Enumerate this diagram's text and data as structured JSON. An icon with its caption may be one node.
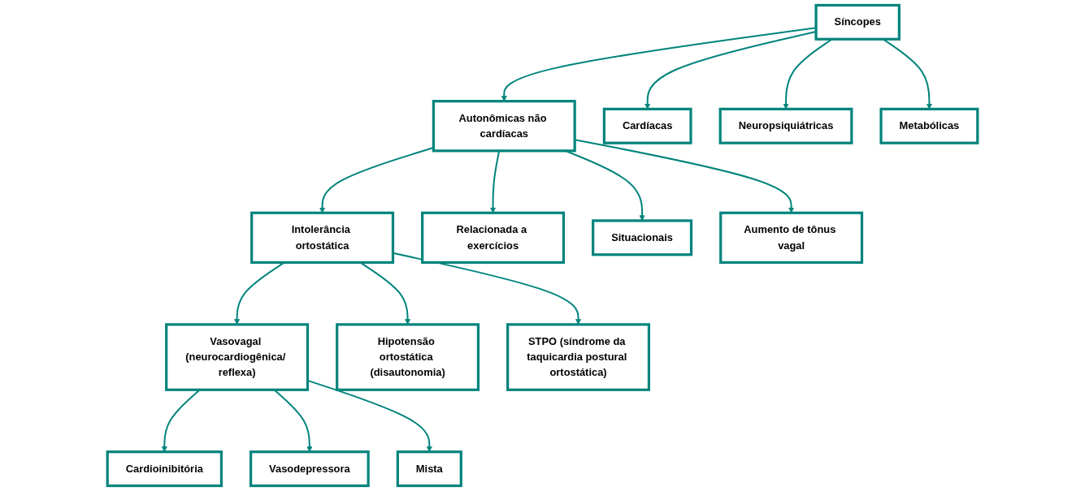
{
  "diagram": {
    "nodes": [
      {
        "text": [
          "Síncopes"
        ]
      },
      {
        "text": [
          "Autonômicas não cardíacas"
        ]
      },
      {
        "text": [
          "Cardíacas"
        ]
      },
      {
        "text": [
          "Neuropsiquiátricas"
        ]
      },
      {
        "text": [
          "Metabólicas"
        ]
      },
      {
        "text": [
          "Intolerância ortostática"
        ]
      },
      {
        "text": [
          "Relacionada a exercícios"
        ]
      },
      {
        "text": [
          "Situacionais"
        ]
      },
      {
        "text": [
          "Aumento de tônus vagal"
        ]
      },
      {
        "text": [
          "Vasovagal (neurocardiogênica/ reflexa)"
        ]
      },
      {
        "text": [
          "Hipotensão ortostática (disautonomia)"
        ]
      },
      {
        "text": [
          "STPO (síndrome da taquicardia postural ortostática)"
        ]
      },
      {
        "text": [
          "Cardioinibitória"
        ]
      },
      {
        "text": [
          "Vasodepressora"
        ]
      },
      {
        "text": [
          "Mista"
        ]
      }
    ],
    "edges": [
      {
        "from": 0,
        "to": 1,
        "arrow": "to"
      },
      {
        "from": 0,
        "to": 2,
        "arrow": "to"
      },
      {
        "from": 0,
        "to": 3,
        "arrow": "to"
      },
      {
        "from": 0,
        "to": 4,
        "arrow": "to"
      },
      {
        "from": 1,
        "to": 5,
        "arrow": "to"
      },
      {
        "from": 1,
        "to": 6,
        "arrow": "to"
      },
      {
        "from": 1,
        "to": 7,
        "arrow": "to"
      },
      {
        "from": 1,
        "to": 8,
        "arrow": "to"
      },
      {
        "from": 5,
        "to": 9,
        "arrow": "to"
      },
      {
        "from": 5,
        "to": 10,
        "arrow": "to"
      },
      {
        "from": 5,
        "to": 11,
        "arrow": "to"
      },
      {
        "from": 9,
        "to": 12,
        "arrow": "to"
      },
      {
        "from": 9,
        "to": 13,
        "arrow": "to"
      },
      {
        "from": 9,
        "to": 14,
        "arrow": "to"
      }
    ]
  }
}
